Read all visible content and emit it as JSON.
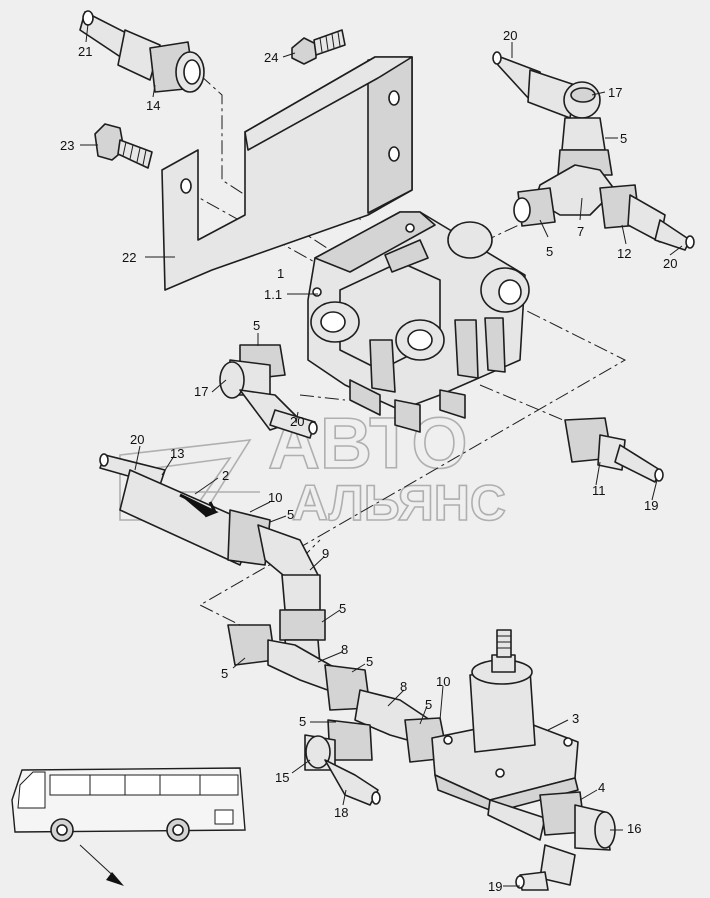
{
  "watermark": {
    "line1": "АВТО",
    "line2": "АЛЬЯНС"
  },
  "callouts": [
    {
      "id": "c-21",
      "text": "21"
    },
    {
      "id": "c-14",
      "text": "14"
    },
    {
      "id": "c-24",
      "text": "24"
    },
    {
      "id": "c-20a",
      "text": "20"
    },
    {
      "id": "c-17a",
      "text": "17"
    },
    {
      "id": "c-5a",
      "text": "5"
    },
    {
      "id": "c-23",
      "text": "23"
    },
    {
      "id": "c-5b",
      "text": "5"
    },
    {
      "id": "c-7",
      "text": "7"
    },
    {
      "id": "c-12",
      "text": "12"
    },
    {
      "id": "c-20b",
      "text": "20"
    },
    {
      "id": "c-22",
      "text": "22"
    },
    {
      "id": "c-1",
      "text": "1"
    },
    {
      "id": "c-1-1",
      "text": "1.1"
    },
    {
      "id": "c-5c",
      "text": "5"
    },
    {
      "id": "c-17b",
      "text": "17"
    },
    {
      "id": "c-20c",
      "text": "20"
    },
    {
      "id": "c-20d",
      "text": "20"
    },
    {
      "id": "c-13",
      "text": "13"
    },
    {
      "id": "c-2",
      "text": "2"
    },
    {
      "id": "c-10a",
      "text": "10"
    },
    {
      "id": "c-5d",
      "text": "5"
    },
    {
      "id": "c-11",
      "text": "11"
    },
    {
      "id": "c-19a",
      "text": "19"
    },
    {
      "id": "c-9",
      "text": "9"
    },
    {
      "id": "c-5e",
      "text": "5"
    },
    {
      "id": "c-5f",
      "text": "5"
    },
    {
      "id": "c-8a",
      "text": "8"
    },
    {
      "id": "c-5g",
      "text": "5"
    },
    {
      "id": "c-8b",
      "text": "8"
    },
    {
      "id": "c-10b",
      "text": "10"
    },
    {
      "id": "c-5h",
      "text": "5"
    },
    {
      "id": "c-5i",
      "text": "5"
    },
    {
      "id": "c-3",
      "text": "3"
    },
    {
      "id": "c-15",
      "text": "15"
    },
    {
      "id": "c-18",
      "text": "18"
    },
    {
      "id": "c-4",
      "text": "4"
    },
    {
      "id": "c-16",
      "text": "16"
    },
    {
      "id": "c-19b",
      "text": "19"
    }
  ]
}
